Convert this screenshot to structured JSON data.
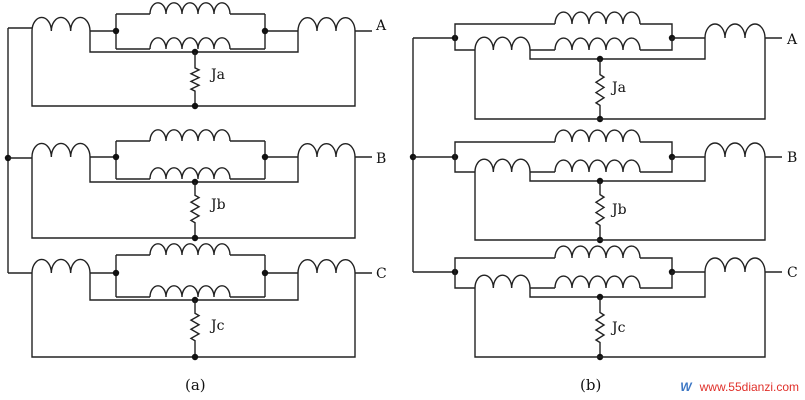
{
  "panels": [
    {
      "caption": "(a)",
      "phases": [
        {
          "terminal": "A",
          "resistor": "Ja"
        },
        {
          "terminal": "B",
          "resistor": "Jb"
        },
        {
          "terminal": "C",
          "resistor": "Jc"
        }
      ]
    },
    {
      "caption": "(b)",
      "phases": [
        {
          "terminal": "A",
          "resistor": "Ja"
        },
        {
          "terminal": "B",
          "resistor": "Jb"
        },
        {
          "terminal": "C",
          "resistor": "Jc"
        }
      ]
    }
  ],
  "watermark": {
    "mark": "W",
    "url": "www.55dianzi.com"
  }
}
